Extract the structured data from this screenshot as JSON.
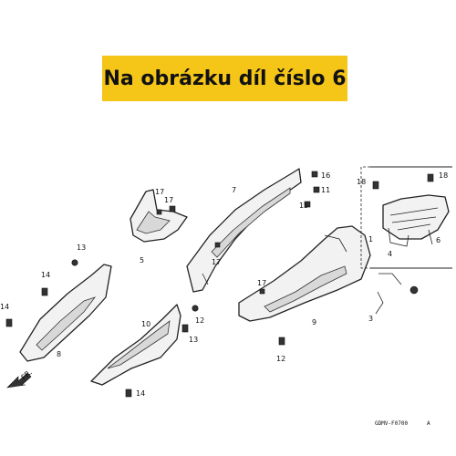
{
  "banner": {
    "text": "Na obrázku díl číslo 6",
    "color": "#F5C518"
  },
  "diagram": {
    "callouts": {
      "c1": "1",
      "c3": "3",
      "c4": "4",
      "c5": "5",
      "c6": "6",
      "c7": "7",
      "c8": "8",
      "c9": "9",
      "c10": "10",
      "c11": "11",
      "c12a": "12",
      "c12b": "12",
      "c13a": "13",
      "c13b": "13",
      "c14a": "14",
      "c14b": "14",
      "c14c": "14",
      "c15": "15",
      "c16": "16",
      "c17a": "17",
      "c17b": "17",
      "c17c": "17",
      "c17d": "17",
      "c18a": "18",
      "c18b": "18"
    },
    "front_arrow_label": "FR.",
    "drawing_code": "GDMV-F0700",
    "sheet_letter": "A"
  }
}
